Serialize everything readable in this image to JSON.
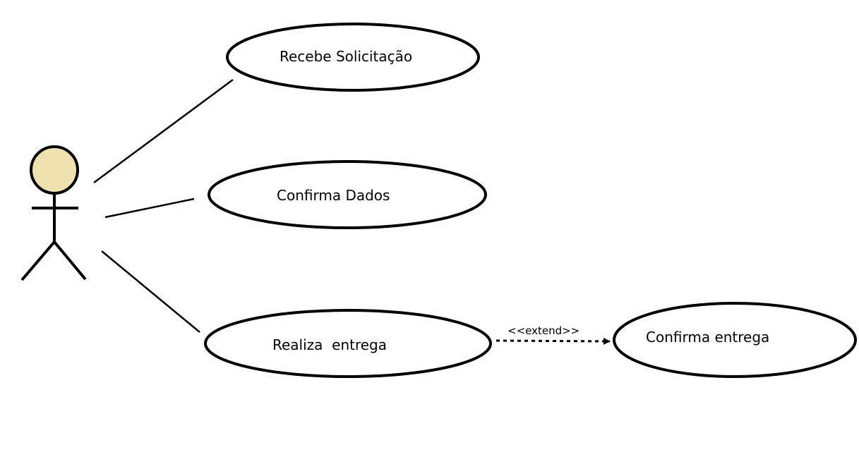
{
  "use_cases": [
    {
      "id": "receive",
      "label": "Recebe Solicitação"
    },
    {
      "id": "confirm-data",
      "label": "Confirma Dados"
    },
    {
      "id": "deliver",
      "label": "Realiza  entrega"
    },
    {
      "id": "confirm-delivery",
      "label": "Confirma entrega"
    }
  ],
  "relationships": [
    {
      "type": "extend",
      "label": "<<extend>>",
      "from": "deliver",
      "to": "confirm-delivery"
    }
  ],
  "colors": {
    "actor_head": "#efe2b0",
    "stroke": "#000000",
    "background": "#ffffff"
  }
}
